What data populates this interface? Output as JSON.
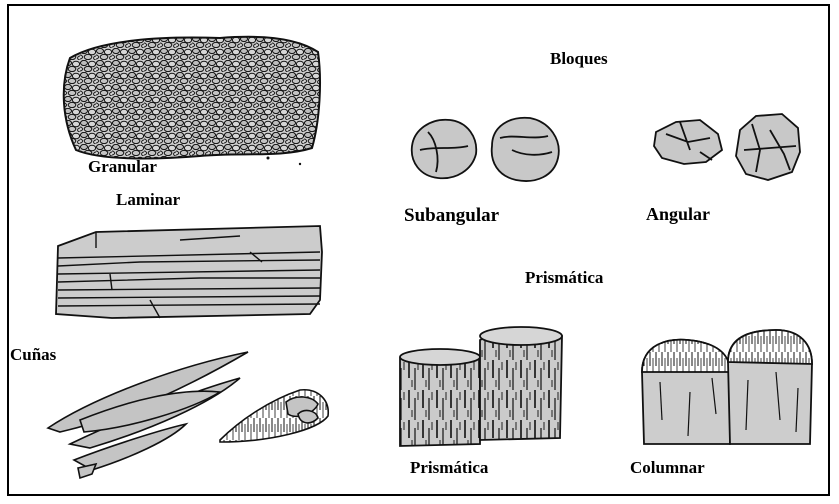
{
  "labels": {
    "granular": "Granular",
    "laminar": "Laminar",
    "cunas": "Cuñas",
    "bloques": "Bloques",
    "subangular": "Subangular",
    "angular": "Angular",
    "prismatica_group": "Prismática",
    "prismatica": "Prismática",
    "columnar": "Columnar"
  },
  "colors": {
    "fill": "#c9c9c9",
    "stroke": "#1a1a1a",
    "border": "#000000"
  }
}
